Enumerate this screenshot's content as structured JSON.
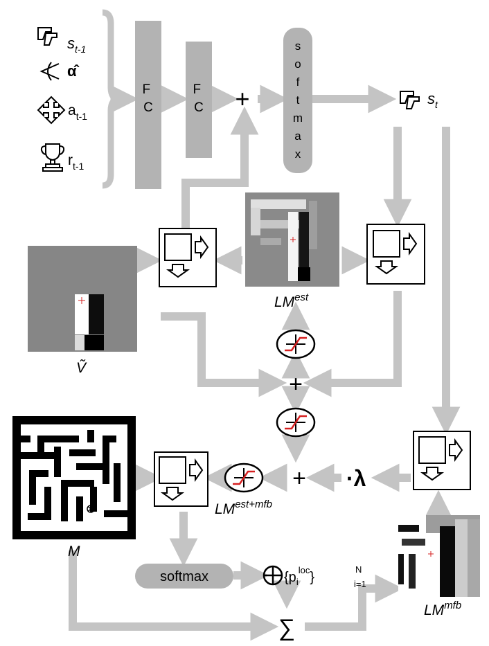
{
  "inputs": {
    "state": "s",
    "state_sub": "t-1",
    "alpha": "α̂",
    "action": "a",
    "action_sub": "t-1",
    "reward": "r",
    "reward_sub": "t-1"
  },
  "fc1": "FC",
  "fc2": "FC",
  "softmax_vertical": "softmax",
  "state_out": "s",
  "state_out_sub": "t",
  "labels": {
    "lm_est": "LM",
    "lm_est_sup": "est",
    "v_tilde": "Ṽ",
    "lm_est_mfb": "LM",
    "lm_est_mfb_sup": "est+mfb",
    "maze": "M",
    "lm_mfb": "LM",
    "lm_mfb_sup": "mfb",
    "softmax_bottom": "softmax",
    "lambda": "·λ",
    "sum": "∑",
    "plus": "+",
    "p_loc": "{p",
    "p_loc_sub": "i",
    "p_loc_sup": "loc",
    "p_loc_close": "}",
    "p_loc_range_sup": "N",
    "p_loc_range_sub": "i=1"
  },
  "colors": {
    "arrow": "#c4c4c4",
    "block": "#b3b3b3",
    "curve": "#d62020"
  }
}
